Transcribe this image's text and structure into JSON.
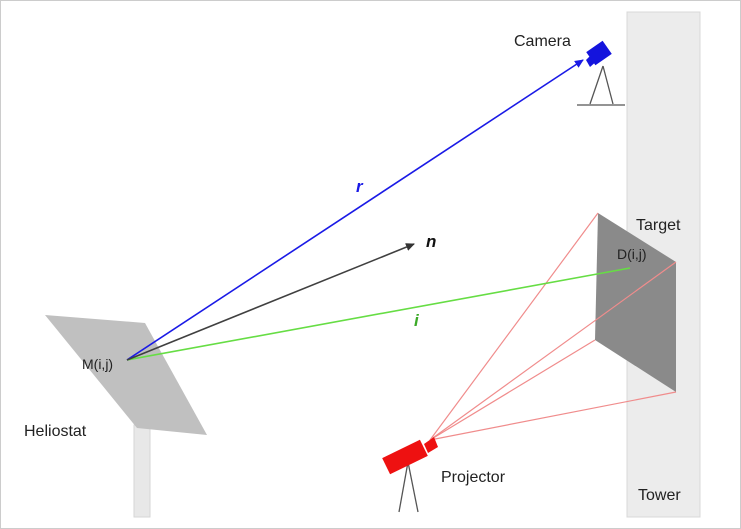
{
  "labels": {
    "camera": "Camera",
    "target": "Target",
    "heliostat": "Heliostat",
    "projector": "Projector",
    "tower": "Tower",
    "mirror_point": "M(i,j)",
    "target_point": "D(i,j)"
  },
  "vectors": {
    "reflected": "r",
    "normal": "n",
    "incident": "i"
  },
  "colors": {
    "reflected": "#1a1ae6",
    "normal": "#404040",
    "incident": "#66dd44",
    "projector_rays": "#f08c8c",
    "projector_body": "#ee1111",
    "camera_body": "#1414dd",
    "heliostat_panel": "#c0c0c0",
    "target_panel": "#8a8a8a",
    "tower": "#ececec",
    "frame_border": "#cccccc"
  }
}
